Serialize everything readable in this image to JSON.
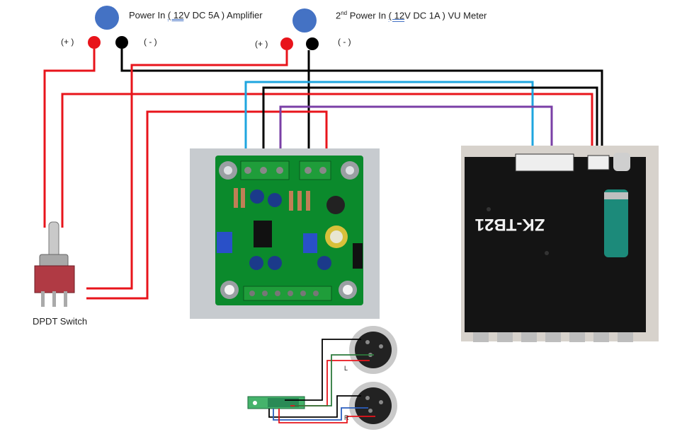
{
  "titles": {
    "amp": {
      "pre": "Power In ",
      "u": "( 12",
      "post": "V DC 5A ) Amplifier"
    },
    "vu": {
      "sup": "nd",
      "num": "2",
      "pre": " Power In ",
      "u": "( 12",
      "post": "V DC 1A ) VU Meter"
    }
  },
  "terminals": {
    "plus": "(+ )",
    "minus": "( - )"
  },
  "switch_label": "DPDT Switch",
  "amp_board_label": "ZK-TB21",
  "xlr_labels": {
    "left": "L",
    "right": "R"
  },
  "colors": {
    "red": "#e8141b",
    "black": "#000000",
    "cyan": "#1ea5df",
    "purple": "#7a3fa6",
    "node_blue": "#4472c4",
    "pcb_green": "#0b8a2c",
    "amp_black": "#141414"
  }
}
